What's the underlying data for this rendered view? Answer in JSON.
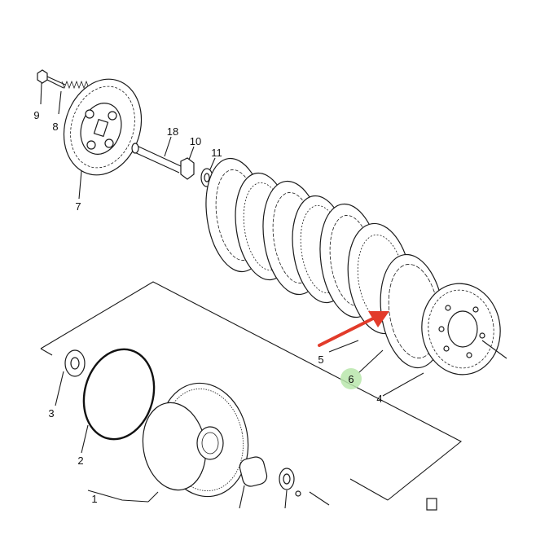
{
  "diagram": {
    "labels": {
      "p1": "1",
      "p2": "2",
      "p3": "3",
      "p4": "4",
      "p5": "5",
      "p6": "6",
      "p7": "7",
      "p8": "8",
      "p9": "9",
      "p10": "10",
      "p11": "11",
      "p18": "18"
    },
    "colors": {
      "line": "#1a1a1a",
      "arrow": "#e23b2a",
      "highlight": "#b9e6ab",
      "background": "#ffffff"
    },
    "icons": {
      "pressure_plate": "gear-plate-icon",
      "clutch_housing": "gear-housing-icon",
      "arrow": "red-arrow-icon"
    }
  }
}
